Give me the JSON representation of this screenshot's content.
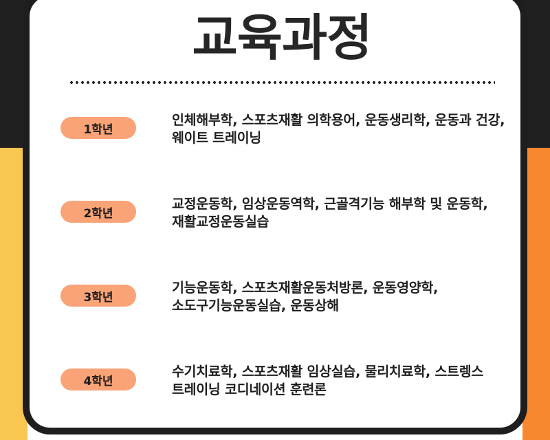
{
  "poster": {
    "title": "교육과정",
    "colors": {
      "top_band_dark": "#202020",
      "left_band_yellow": "#F9C74F",
      "right_band_orange": "#F7882F",
      "card_background": "#FFFFFF",
      "card_border": "#1E1E1E",
      "badge_background": "#F9A377",
      "text_dark": "#1F1F1F"
    },
    "rows": [
      {
        "badge": "1학년",
        "courses": "인체해부학, 스포츠재활 의학용어, 운동생리학, 운동과 건강, 웨이트 트레이닝"
      },
      {
        "badge": "2학년",
        "courses": "교정운동학, 임상운동역학, 근골격기능 해부학 및 운동학, 재활교정운동실습"
      },
      {
        "badge": "3학년",
        "courses": "기능운동학, 스포츠재활운동처방론, 운동영양학, 소도구기능운동실습, 운동상해"
      },
      {
        "badge": "4학년",
        "courses": "수기치료학, 스포츠재활 임상실습, 물리치료학, 스트렝스 트레이닝 코디네이션 훈련론"
      }
    ]
  }
}
